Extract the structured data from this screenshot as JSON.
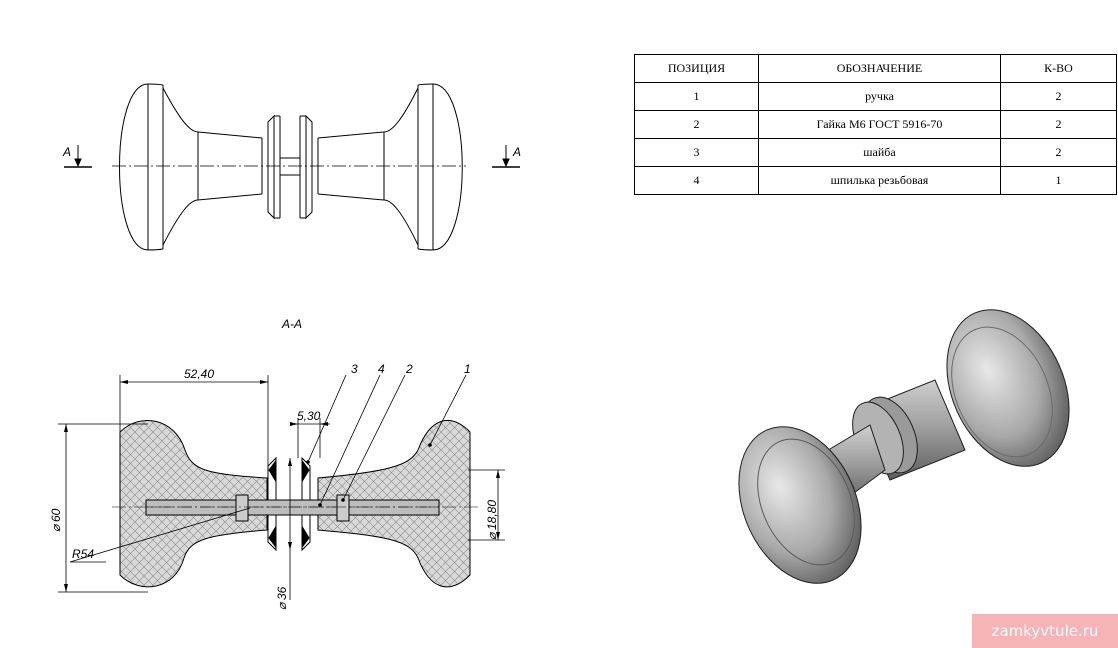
{
  "table": {
    "headers": [
      "ПОЗИЦИЯ",
      "ОБОЗНАЧЕНИЕ",
      "К-ВО"
    ],
    "rows": [
      [
        "1",
        "ручка",
        "2"
      ],
      [
        "2",
        "Гайка М6 ГОСТ 5916-70",
        "2"
      ],
      [
        "3",
        "шайба",
        "2"
      ],
      [
        "4",
        "шпилька резьбовая",
        "1"
      ]
    ]
  },
  "front_view": {
    "cut_mark_left": "A",
    "cut_mark_right": "A"
  },
  "section": {
    "title": "A-A",
    "dim_length": "52,40",
    "dim_washer": "5,30",
    "dim_diameter_60": "60",
    "dim_diameter_36": "36",
    "dim_diameter_18": "18,80",
    "dim_radius": "R54",
    "callouts": [
      "3",
      "4",
      "2",
      "1"
    ]
  },
  "watermark": "zamkyvtule.ru",
  "colors": {
    "line": "#000000",
    "hatch": "#d4d4d4",
    "watermark_bg": "#f6b3b8"
  }
}
